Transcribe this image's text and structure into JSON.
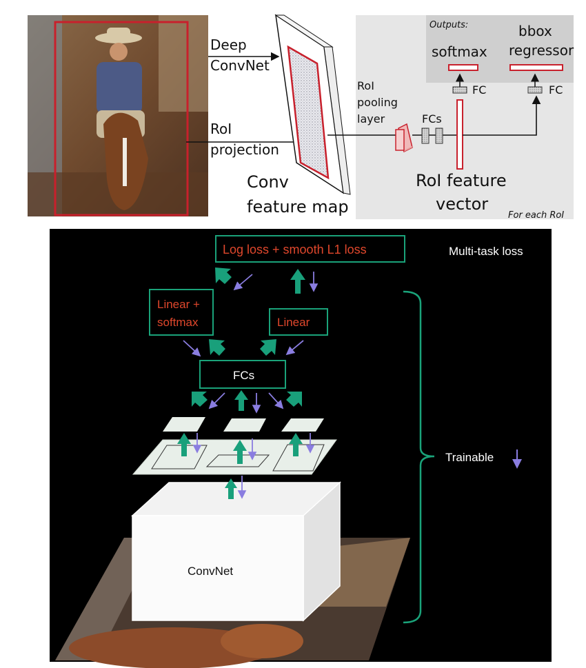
{
  "top": {
    "deep_convnet": [
      "Deep",
      "ConvNet"
    ],
    "roi_projection": [
      "RoI",
      "projection"
    ],
    "conv_feature_map": [
      "Conv",
      "feature map"
    ],
    "roi_pooling_layer": [
      "RoI",
      "pooling",
      "layer"
    ],
    "fcs": "FCs",
    "fc": "FC",
    "outputs": "Outputs:",
    "softmax": "softmax",
    "bbox_regressor": [
      "bbox",
      "regressor"
    ],
    "roi_feature_vector": [
      "RoI feature",
      "vector"
    ],
    "for_each_roi": "For each RoI"
  },
  "bottom": {
    "multitask_loss_box": "Log loss + smooth L1 loss",
    "multitask_loss_label": "Multi-task loss",
    "linear_softmax": [
      "Linear +",
      "softmax"
    ],
    "linear": "Linear",
    "fcs": "FCs",
    "trainable": "Trainable",
    "convnet": "ConvNet"
  },
  "colors": {
    "green": "#1aa37a",
    "arrow_green": "#19a07b",
    "purple": "#8a7de0",
    "red_text": "#e0472c",
    "roi_red": "#c8202c"
  }
}
